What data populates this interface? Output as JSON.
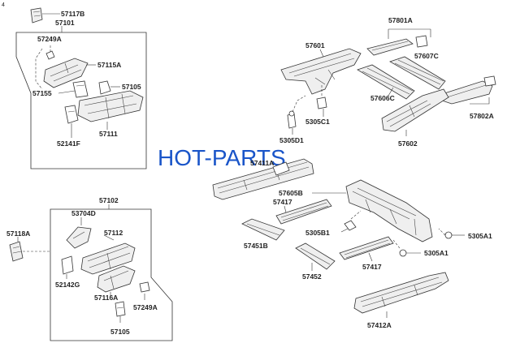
{
  "watermark": "HOT-PARTS",
  "corner_mark": "4",
  "labels": {
    "p57117B": "57117B",
    "p57101": "57101",
    "p57249A_top": "57249A",
    "p57115A": "57115A",
    "p57105_top": "57105",
    "p57155": "57155",
    "p57111": "57111",
    "p52141F": "52141F",
    "p57601": "57601",
    "p57801A": "57801A",
    "p57607C": "57607C",
    "p57606C": "57606C",
    "p5305C1": "5305C1",
    "p5305D1": "5305D1",
    "p57802A": "57802A",
    "p57602": "57602",
    "p57411A": "57411A",
    "p57605B": "57605B",
    "p57417_a": "57417",
    "p57451B": "57451B",
    "p5305B1": "5305B1",
    "p5305A1_a": "5305A1",
    "p5305A1_b": "5305A1",
    "p57417_b": "57417",
    "p57452": "57452",
    "p57412A": "57412A",
    "p57102": "57102",
    "p53704D": "53704D",
    "p57118A": "57118A",
    "p57112": "57112",
    "p52142G": "52142G",
    "p57116A": "57116A",
    "p57249A_bot": "57249A",
    "p57105_bot": "57105"
  }
}
